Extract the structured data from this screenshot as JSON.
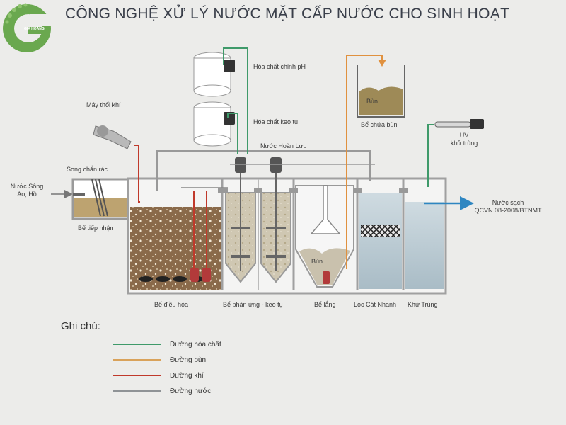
{
  "title": "CÔNG NGHỆ XỬ LÝ NƯỚC MẶT CẤP NƯỚC CHO SINH HOẠT",
  "logo": {
    "letter": "G",
    "name": "GIA HOÀNG"
  },
  "labels": {
    "blower": "Máy thổi khí",
    "ph_chem": "Hóa chất chỉnh pH",
    "coag_chem": "Hóa chất keo tụ",
    "sludge_tank": "Bể chứa bùn",
    "sludge_in_tank": "Bùn",
    "recirc": "Nước Hoàn Lưu",
    "screen": "Song chắn rác",
    "inlet_line1": "Nước Sông",
    "inlet_line2": "Ao, Hồ",
    "uv_line1": "UV",
    "uv_line2": "khử trùng",
    "clean_line1": "Nước sạch",
    "clean_line2": "QCVN 08-2008/BTNMT",
    "receiving": "Bể tiếp nhận",
    "equalization": "Bể điều hòa",
    "reaction": "Bể phản ứng - keo tụ",
    "settling": "Bể lắng",
    "settling_sludge": "Bùn",
    "filter": "Lọc Cát Nhanh",
    "disinfection": "Khử Trùng"
  },
  "legend": {
    "title": "Ghi chú:",
    "items": [
      {
        "label": "Đường hóa chất",
        "color": "#3f9a6a"
      },
      {
        "label": "Đường bùn",
        "color": "#d9a25a"
      },
      {
        "label": "Đường khí",
        "color": "#c0392b"
      },
      {
        "label": "Đường nước",
        "color": "#8f9396"
      }
    ]
  },
  "colors": {
    "chem": "#3f9a6a",
    "sludge": "#e0913f",
    "air": "#c0392b",
    "water": "#8f9396",
    "outlet_arrow": "#2e86c1",
    "logo": "#6aa84f"
  }
}
